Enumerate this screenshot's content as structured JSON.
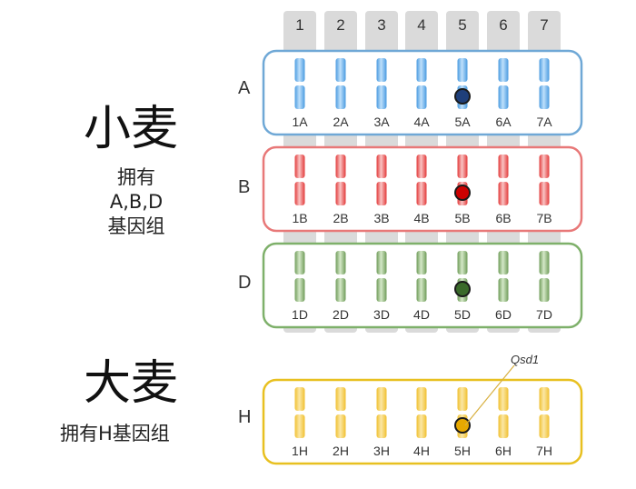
{
  "wheat": {
    "title": "小麦",
    "desc_lines": [
      "拥有",
      "A,B,D",
      "基因组"
    ]
  },
  "barley": {
    "title": "大麦",
    "desc": "拥有H基因组"
  },
  "column_headers": [
    "1",
    "2",
    "3",
    "4",
    "5",
    "6",
    "7"
  ],
  "genomes": [
    {
      "key": "A",
      "label": "A",
      "border_color": "#6fa8d6",
      "chromosome_color": "#4a9be0",
      "chromosome_light": "#bfe0fb",
      "marker_fill": "#1f3f7a",
      "chromosomes": [
        "1A",
        "2A",
        "3A",
        "4A",
        "5A",
        "6A",
        "7A"
      ],
      "marker_column": 5
    },
    {
      "key": "B",
      "label": "B",
      "border_color": "#e87878",
      "chromosome_color": "#e23a3a",
      "chromosome_light": "#f9c4c4",
      "marker_fill": "#cc0000",
      "chromosomes": [
        "1B",
        "2B",
        "3B",
        "4B",
        "5B",
        "6B",
        "7B"
      ],
      "marker_column": 5
    },
    {
      "key": "D",
      "label": "D",
      "border_color": "#7eb06a",
      "chromosome_color": "#6f9c5a",
      "chromosome_light": "#d5e8c8",
      "marker_fill": "#3a6a2a",
      "chromosomes": [
        "1D",
        "2D",
        "3D",
        "4D",
        "5D",
        "6D",
        "7D"
      ],
      "marker_column": 5
    },
    {
      "key": "H",
      "label": "H",
      "border_color": "#e8c020",
      "chromosome_color": "#f0c030",
      "chromosome_light": "#fbe7a6",
      "marker_fill": "#e6a800",
      "chromosomes": [
        "1H",
        "2H",
        "3H",
        "4H",
        "5H",
        "6H",
        "7H"
      ],
      "marker_column": 5
    }
  ],
  "gene_label": "Qsd1",
  "colors": {
    "column_band": "#dadada",
    "marker_stroke": "#1a1a1a"
  }
}
